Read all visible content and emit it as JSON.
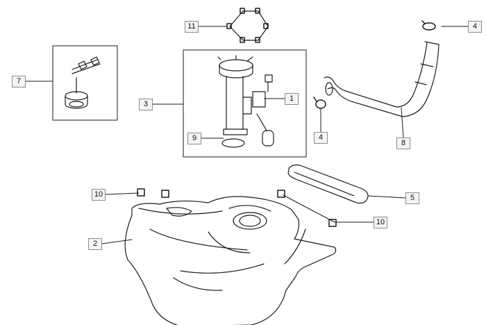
{
  "diagram": {
    "callouts": [
      {
        "id": "c11",
        "label": "11"
      },
      {
        "id": "c4a",
        "label": "4"
      },
      {
        "id": "c7",
        "label": "7"
      },
      {
        "id": "c3",
        "label": "3"
      },
      {
        "id": "c1",
        "label": "1"
      },
      {
        "id": "c9",
        "label": "9"
      },
      {
        "id": "c4b",
        "label": "4"
      },
      {
        "id": "c8",
        "label": "8"
      },
      {
        "id": "c10a",
        "label": "10"
      },
      {
        "id": "c5",
        "label": "5"
      },
      {
        "id": "c10b",
        "label": "10"
      },
      {
        "id": "c2",
        "label": "2"
      }
    ],
    "parts": {
      "fuel_tank": "fuel-tank",
      "fuel_pump": "fuel-pump-module",
      "filler_cap": "filler-cap",
      "filler_hose": "filler-hose",
      "heat_shield": "heat-shield",
      "fastener_set": "fastener-set"
    },
    "colors": {
      "line": "#1a1a1a",
      "callout_bg": "#f4f4f4",
      "callout_border": "#8a8a8a"
    }
  }
}
